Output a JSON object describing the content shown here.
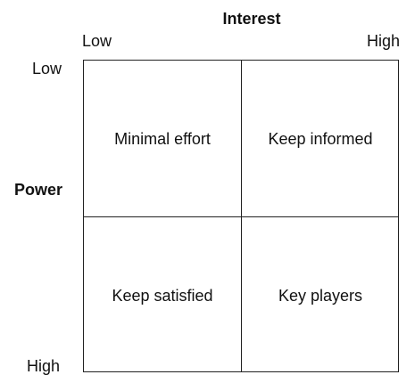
{
  "x_axis": {
    "title": "Interest",
    "low": "Low",
    "high": "High"
  },
  "y_axis": {
    "title": "Power",
    "low": "Low",
    "high": "High"
  },
  "quadrants": {
    "top_left": "Minimal effort",
    "top_right": "Keep informed",
    "bottom_left": "Keep satisfied",
    "bottom_right": "Key players"
  }
}
